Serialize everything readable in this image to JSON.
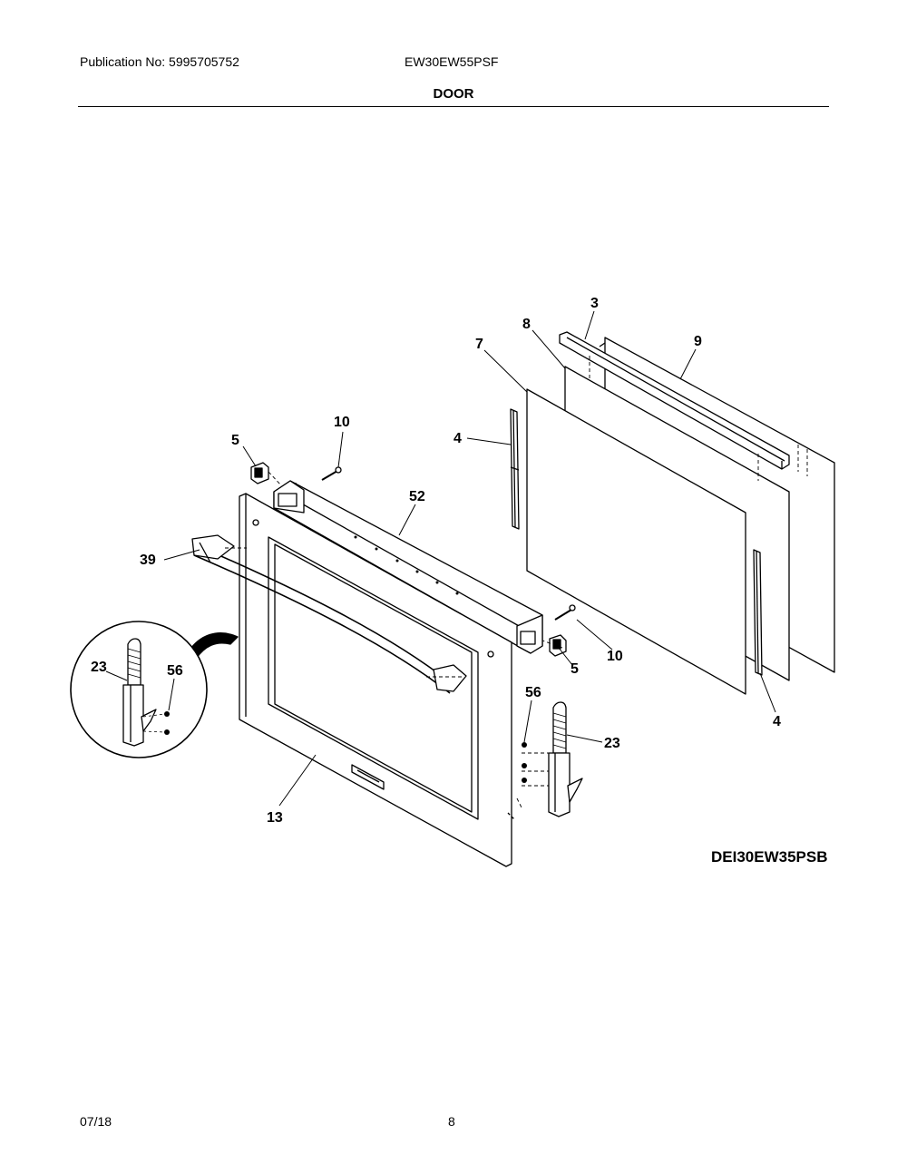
{
  "header": {
    "publication": "Publication No: 5995705752",
    "model": "EW30EW55PSF",
    "section": "DOOR"
  },
  "callouts": {
    "c3": "3",
    "c8": "8",
    "c9": "9",
    "c7": "7",
    "c10a": "10",
    "c5a": "5",
    "c4a": "4",
    "c52": "52",
    "c39": "39",
    "c23a": "23",
    "c56a": "56",
    "c10b": "10",
    "c5b": "5",
    "c4b": "4",
    "c56b": "56",
    "c23b": "23",
    "c13": "13"
  },
  "variant_label": "DEI30EW35PSB",
  "footer": {
    "date": "07/18",
    "page": "8"
  }
}
